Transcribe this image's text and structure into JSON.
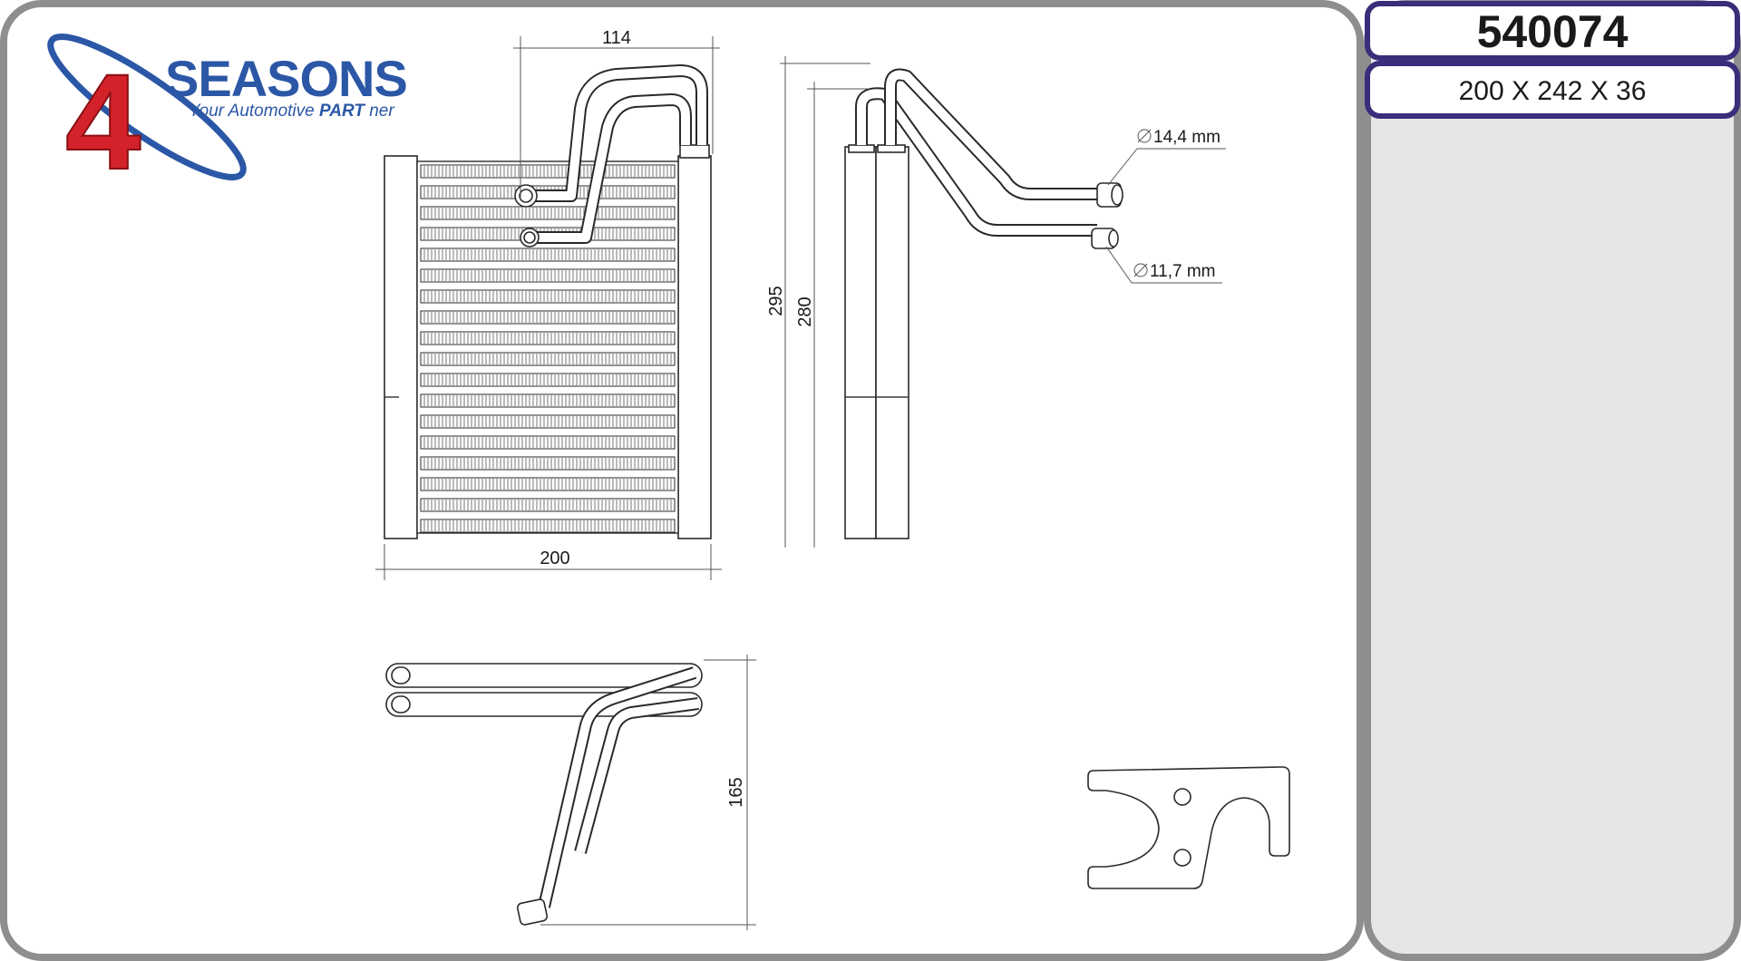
{
  "header": {
    "part_number": "540074",
    "dimensions": "200 X 242 X 36"
  },
  "logo": {
    "digit": "4",
    "brand": "SEASONS",
    "tagline_prefix": "Your Automotive ",
    "tagline_bold": "PART",
    "tagline_suffix": " ner"
  },
  "drawing": {
    "front_width_top": "114",
    "front_width_bottom": "200",
    "side_height_outer": "295",
    "side_height_inner": "280",
    "port_large": "14,4 mm",
    "port_small": "11,7 mm",
    "top_view_depth": "165"
  },
  "colors": {
    "frame_border": "#8e8e8e",
    "box_border": "#3a2d7a",
    "right_panel": "#e6e6e6",
    "logo_red": "#d3222a",
    "logo_blue": "#2b57a6"
  }
}
